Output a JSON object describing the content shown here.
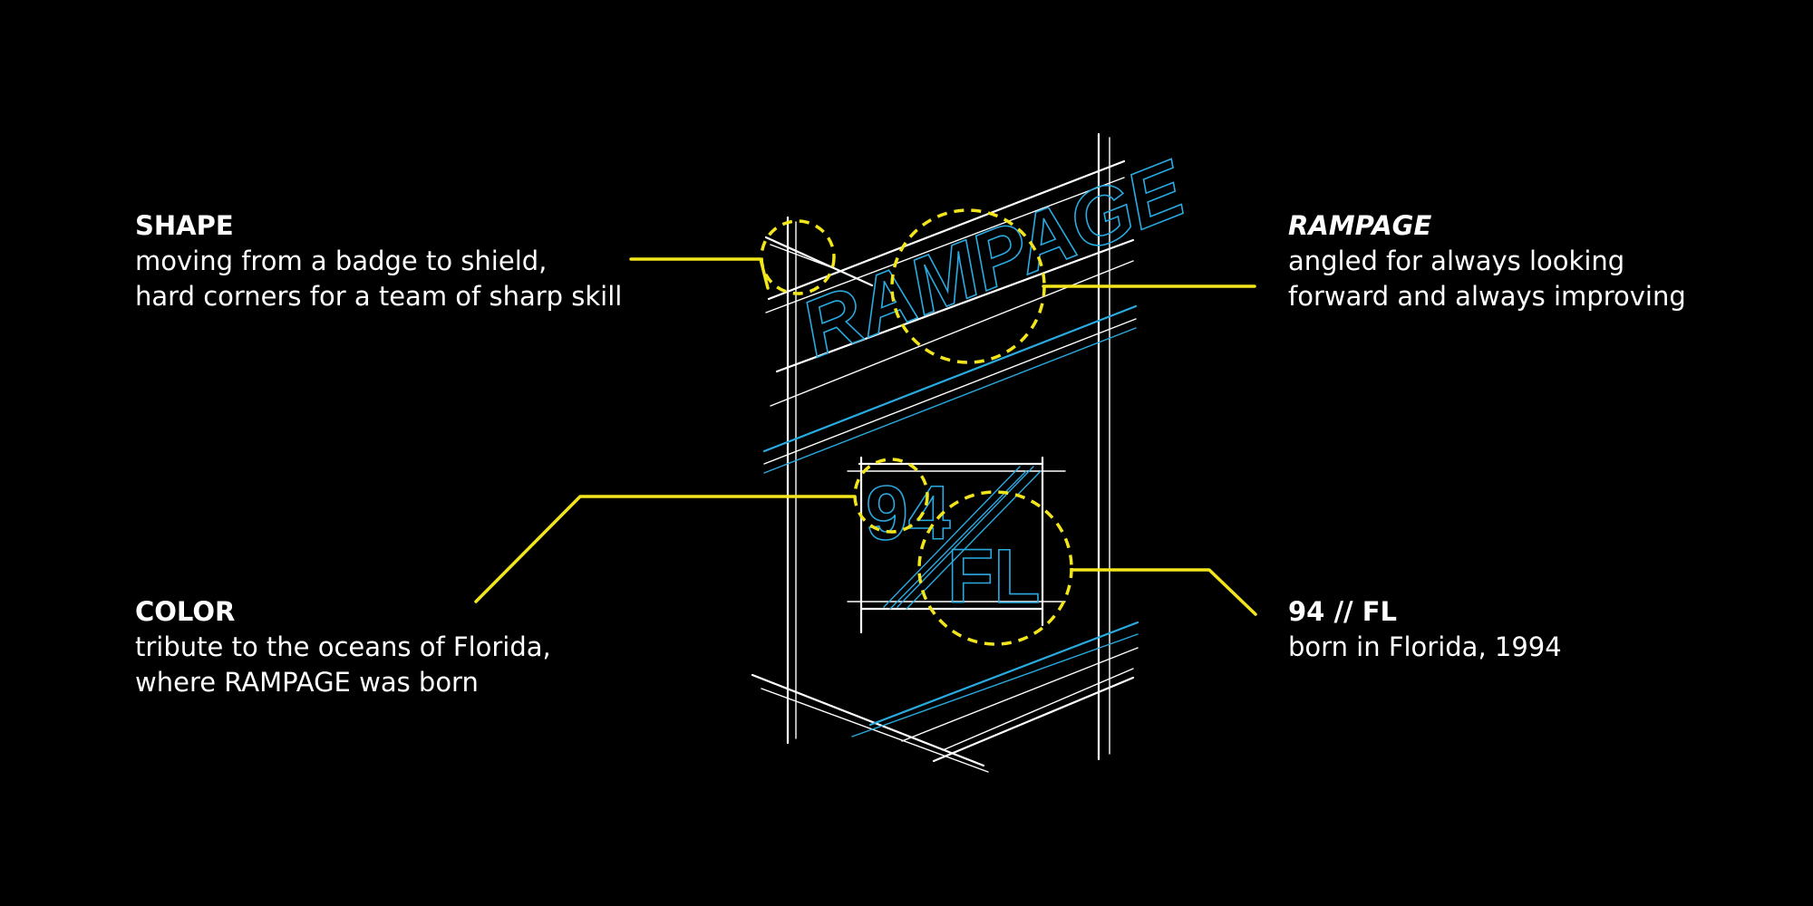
{
  "annotations": {
    "shape": {
      "title": "SHAPE",
      "lines": [
        "moving from a badge to shield,",
        "hard corners for a team of sharp skill"
      ]
    },
    "rampage": {
      "title": "RAMPAGE",
      "lines": [
        "angled for always looking",
        "forward and always improving"
      ]
    },
    "color": {
      "title": "COLOR",
      "lines": [
        "tribute to the oceans of Florida,",
        "where RAMPAGE was born"
      ]
    },
    "fl94": {
      "title": "94 // FL",
      "lines": [
        "born in Florida, 1994"
      ]
    }
  },
  "logo": {
    "wordmark": "RAMPAGE",
    "number": "94",
    "letters": "FL"
  },
  "colors": {
    "background": "#000000",
    "sketch_lines": "#ffffff",
    "ocean_blue": "#29aae1",
    "callout_yellow": "#f2e51b"
  }
}
